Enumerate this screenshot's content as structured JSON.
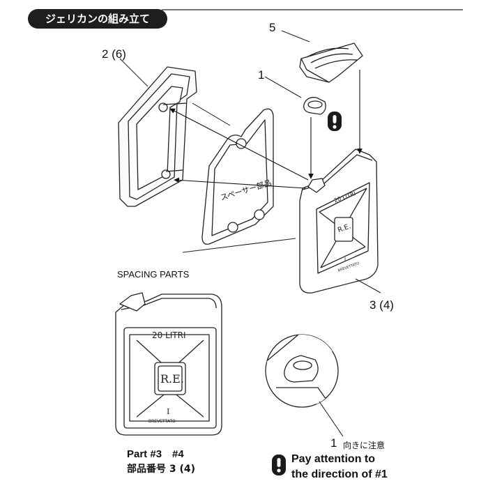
{
  "title": "ジェリカンの組み立て",
  "labels": {
    "part_2_6": "2 (6)",
    "part_5": "5",
    "part_1": "1",
    "part_3_4": "3 (4)",
    "spacer_jp": "スペーサー部品",
    "spacing_parts": "SPACING PARTS",
    "part1_direction_jp": "向きに注意",
    "part_code": "Part #3　#4",
    "part_code_jp": "部品番号 3 (4)",
    "attention_line1": "Pay attention to",
    "attention_line2": "the direction of #1"
  },
  "can_markings": {
    "capacity": "20 LITRI",
    "initials": "R.E.",
    "numeral": "I",
    "maker": "BREVETTATO"
  },
  "callout_part_number": "1",
  "icons": [
    "attention-icon",
    "attention-icon-bottom"
  ]
}
